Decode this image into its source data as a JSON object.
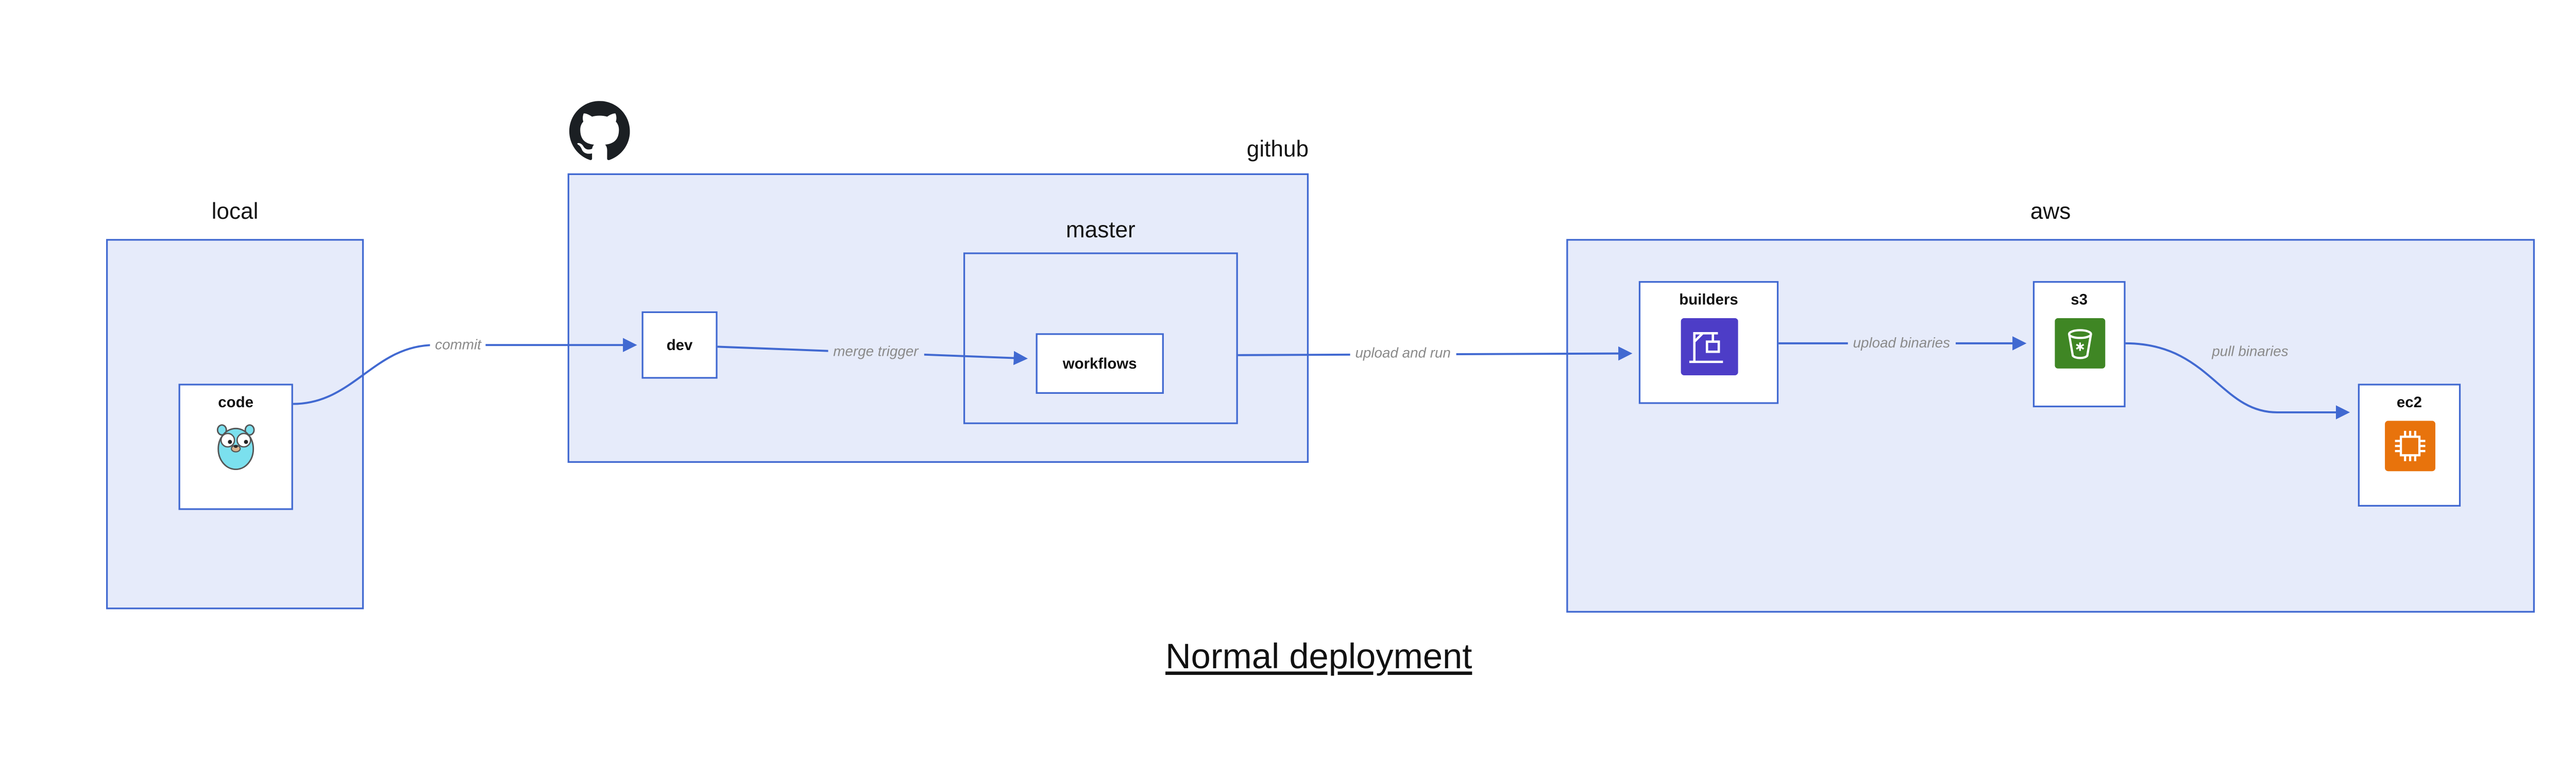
{
  "diagram": {
    "title": "Normal deployment",
    "containers": {
      "local": {
        "label": "local"
      },
      "github": {
        "label": "github",
        "icon": "github-octocat-icon"
      },
      "master": {
        "label": "master"
      },
      "aws": {
        "label": "aws"
      }
    },
    "nodes": {
      "code": {
        "label": "code",
        "icon": "go-gopher-icon"
      },
      "dev": {
        "label": "dev"
      },
      "workflows": {
        "label": "workflows"
      },
      "builders": {
        "label": "builders",
        "icon": "codebuild-crane-icon",
        "icon_color": "#4d3dc7"
      },
      "s3": {
        "label": "s3",
        "icon": "s3-bucket-icon",
        "icon_color": "#3f8624"
      },
      "ec2": {
        "label": "ec2",
        "icon": "ec2-chip-icon",
        "icon_color": "#e8730c"
      }
    },
    "edges": [
      {
        "id": "commit",
        "label": "commit",
        "from": "code",
        "to": "dev"
      },
      {
        "id": "merge-trigger",
        "label": "merge trigger",
        "from": "dev",
        "to": "workflows"
      },
      {
        "id": "upload-and-run",
        "label": "upload and run",
        "from": "workflows",
        "to": "builders"
      },
      {
        "id": "upload-binaries",
        "label": "upload binaries",
        "from": "builders",
        "to": "s3"
      },
      {
        "id": "pull-binaries",
        "label": "pull binaries",
        "from": "s3",
        "to": "ec2"
      }
    ],
    "colors": {
      "container_fill": "#e6ebfa",
      "shape_stroke": "#4169d1",
      "arrow": "#4169d1",
      "edge_label": "#8a8a8a",
      "gopher": "#7be0ee",
      "github_mark": "#1b1f23"
    }
  }
}
